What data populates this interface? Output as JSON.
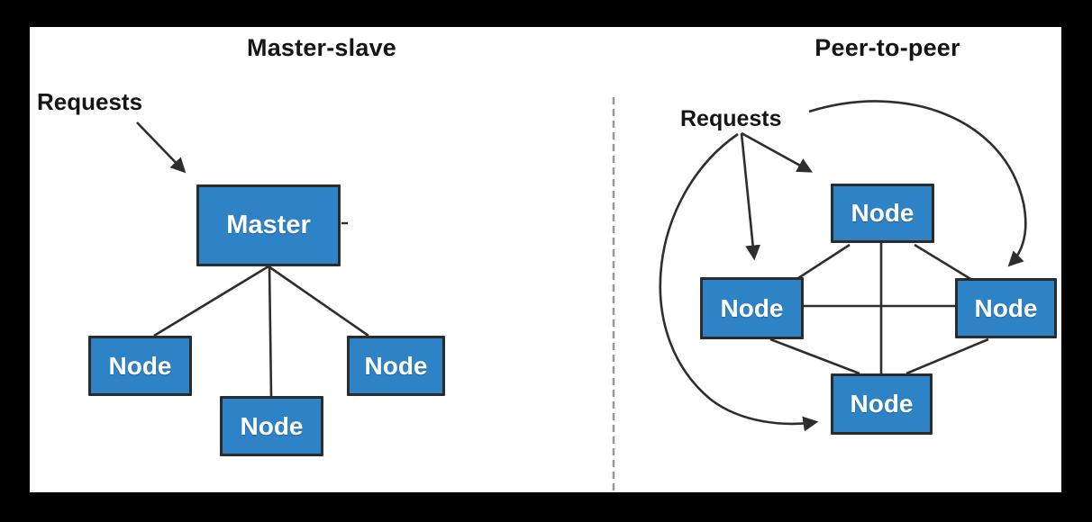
{
  "left_panel": {
    "title": "Master-slave",
    "requests_label": "Requests",
    "master_box_label": "Master",
    "node_labels": [
      "Node",
      "Node",
      "Node"
    ]
  },
  "right_panel": {
    "title": "Peer-to-peer",
    "requests_label": "Requests",
    "node_labels": [
      "Node",
      "Node",
      "Node",
      "Node"
    ]
  },
  "colors": {
    "background": "#000000",
    "canvas": "#ffffff",
    "box_fill": "#2e82c6",
    "box_border": "#2b2b2b",
    "line": "#2e2e2e",
    "divider": "#999999",
    "text": "#151515",
    "box_text": "#ffffff"
  }
}
